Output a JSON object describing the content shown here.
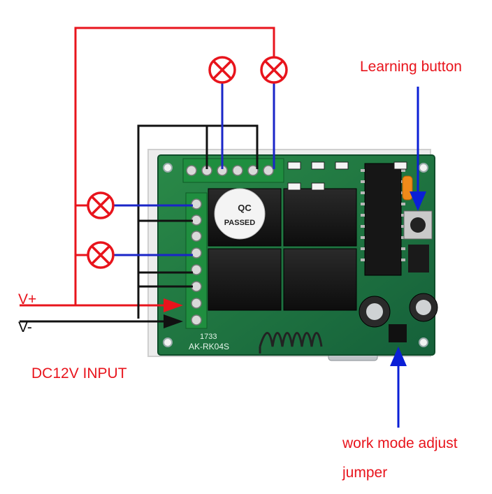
{
  "labels": {
    "learning_button": "Learning button",
    "v_plus": "V+",
    "v_minus": "V-",
    "dc_input": "DC12V INPUT",
    "work_mode_line1": "work mode adjust",
    "work_mode_line2": "jumper"
  },
  "board": {
    "qc_mark": "QC",
    "passed_mark": "PASSED",
    "model": "AK-RK04S",
    "code": "1733"
  },
  "colors": {
    "positive_wire": "#e8141c",
    "negative_wire": "#111111",
    "load_wire": "#1a25c8",
    "pointer_arrow": "#0a1fd6",
    "label_red": "#e8141c",
    "board_green": "#1d7a3c",
    "lamp_red": "#e8141c"
  },
  "icons": {
    "lamp": "lamp-cross-icon",
    "arrow": "arrow-icon"
  }
}
